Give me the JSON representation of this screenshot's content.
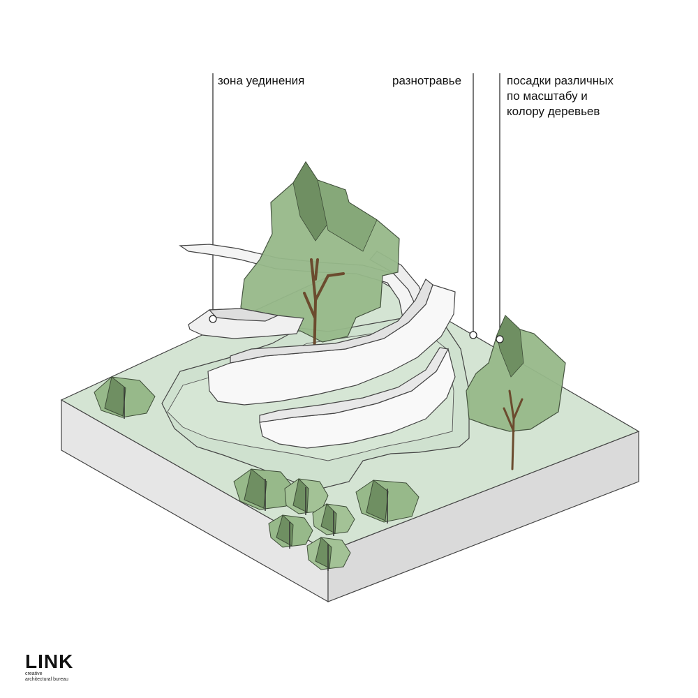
{
  "annotations": [
    {
      "lines": [
        "зона уединения"
      ]
    },
    {
      "lines": [
        "разнотравье"
      ]
    },
    {
      "lines": [
        "посадки различных",
        "по масштабу и",
        "колору деревьев"
      ]
    }
  ],
  "logo": {
    "name": "LINK",
    "tagline_1": "creative",
    "tagline_2": "architectural bureau"
  },
  "colors": {
    "ground": "#d3e3d2",
    "block_side": "#e4e4e4",
    "tree_fill": "#97b98a",
    "tree_dark": "#5f7d52",
    "trunk": "#6b4b2e",
    "wall": "#f7f7f7",
    "outline": "#333333"
  }
}
